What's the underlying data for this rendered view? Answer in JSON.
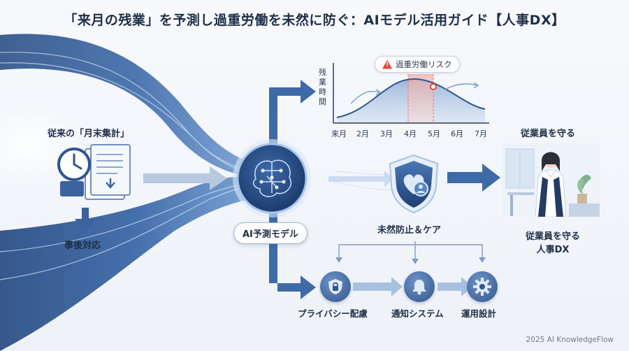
{
  "title": "「来月の残業」を予測し過重労働を未然に防ぐ：AIモデル活用ガイド【人事DX】",
  "left": {
    "heading": "従来の「月末集計」",
    "outcome": "事後対応"
  },
  "center": {
    "model_label": "AI予測モデル"
  },
  "chart": {
    "y_label_chars": [
      "残",
      "業",
      "時",
      "間"
    ],
    "risk_badge": "過重労働リスク",
    "months": [
      "来月",
      "2月",
      "3月",
      "4月",
      "5月",
      "6月",
      "7月"
    ]
  },
  "middle": {
    "prevention_label": "未然防止＆ケア"
  },
  "right": {
    "top_label": "従業員を守る",
    "bottom_label_line1": "従業員を守る",
    "bottom_label_line2": "人事DX"
  },
  "bottom_steps": [
    {
      "label": "プライバシー配慮",
      "icon": "lock-icon"
    },
    {
      "label": "通知システム",
      "icon": "bell-icon"
    },
    {
      "label": "運用設計",
      "icon": "gear-icon"
    }
  ],
  "footer": "2025 AI KnowledgeFlow",
  "colors": {
    "primary": "#2f568f",
    "navy": "#1f2f48",
    "accent_light": "#9fc2ea",
    "risk": "#e0483b"
  }
}
